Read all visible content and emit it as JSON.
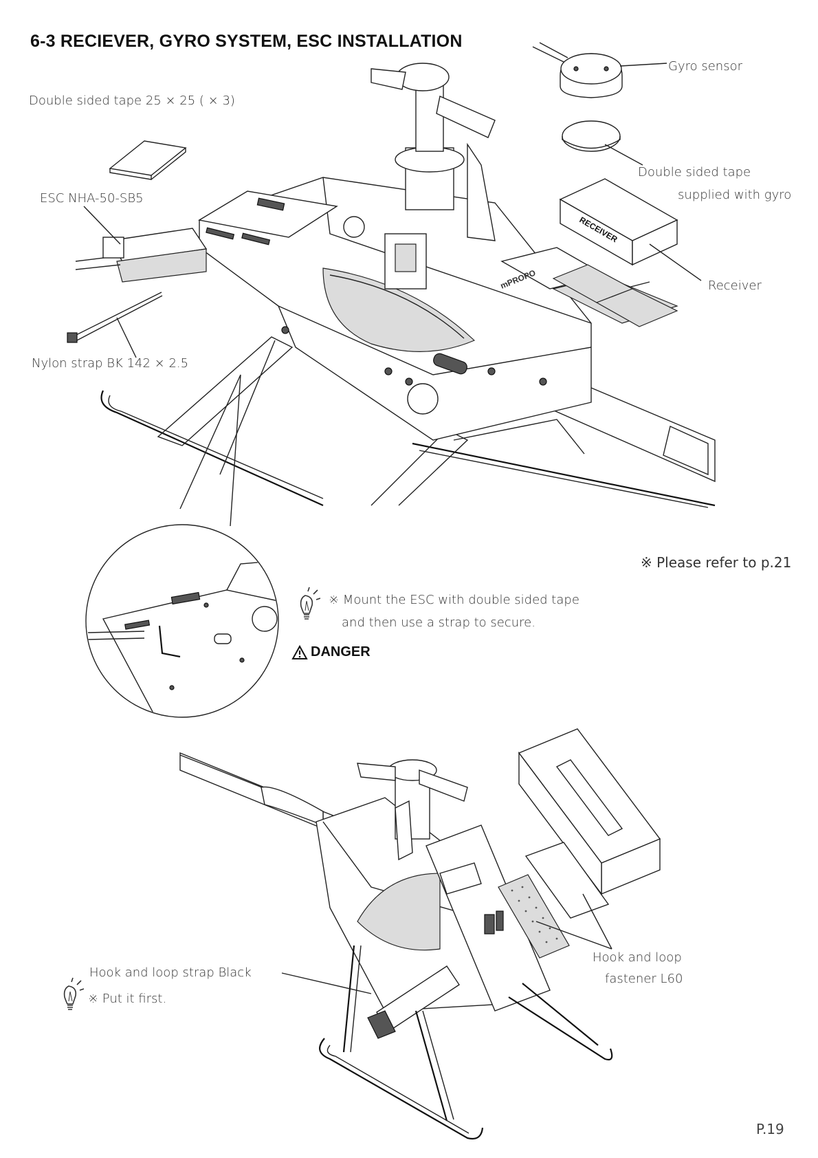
{
  "header": {
    "title": "6-3 RECIEVER, GYRO SYSTEM, ESC INSTALLATION"
  },
  "labels": {
    "gyro_sensor": "Gyro sensor",
    "tape_25": "Double sided tape 25 × 25 ( × 3)",
    "tape_gyro_1": "Double sided tape",
    "tape_gyro_2": "supplied with gyro",
    "esc": "ESC NHA-50-SB5",
    "receiver": "Receiver",
    "nylon_strap": "Nylon strap BK 142 × 2.5",
    "hook_loop_strap": "Hook and loop strap  Black",
    "hook_loop_fastener_1": "Hook and loop",
    "hook_loop_fastener_2": "fastener L60"
  },
  "part_markings": {
    "receiver_box": "RECEIVER",
    "frame_brand": "mPROPO"
  },
  "notes": {
    "refer": "※ Please refer to p.21",
    "mount_1": "※ Mount the ESC with double sided tape",
    "mount_2": "and then use a strap to secure.",
    "danger": "DANGER",
    "put_first": "※ Put it first."
  },
  "icons": {
    "tip": "lightbulb-icon",
    "warning": "warning-triangle-icon"
  },
  "footer": {
    "page": "P.19"
  }
}
